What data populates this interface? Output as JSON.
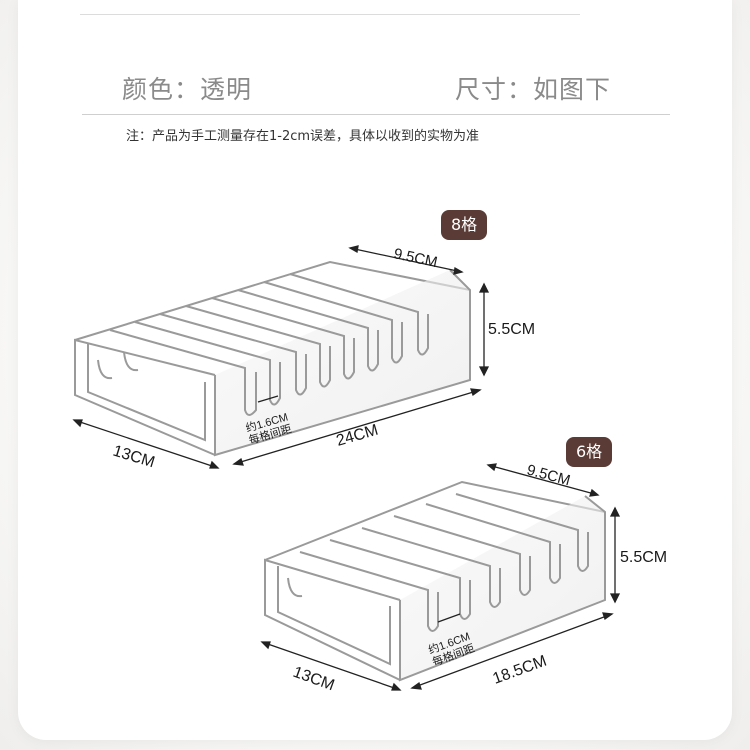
{
  "header": {
    "color_label": "颜色：透明",
    "size_label": "尺寸：如图下",
    "note": "注：产品为手工测量存在1-2cm误差，具体以收到的实物为准"
  },
  "racks": [
    {
      "badge": "8格",
      "depth": "9.5CM",
      "height": "5.5CM",
      "width_left": "13CM",
      "length": "24CM",
      "gap_line1": "约1.6CM",
      "gap_line2": "每格间距"
    },
    {
      "badge": "6格",
      "depth": "9.5CM",
      "height": "5.5CM",
      "width_left": "13CM",
      "length": "18.5CM",
      "gap_line1": "约1.6CM",
      "gap_line2": "每格间距"
    }
  ],
  "colors": {
    "badge_bg": "#5a3b35",
    "acrylic_edge": "#9a9a9a",
    "text": "#1a1a1a"
  }
}
